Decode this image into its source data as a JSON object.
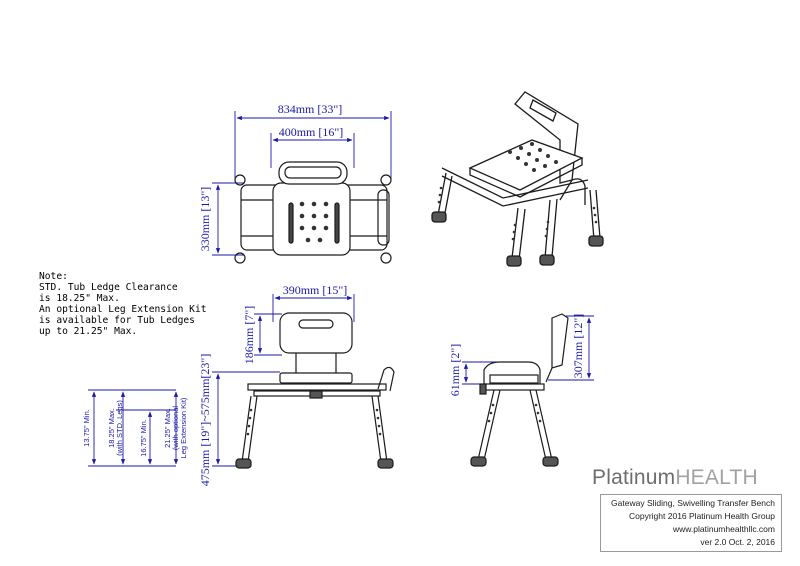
{
  "views": {
    "top": {
      "overall_width": "834mm [33\"]",
      "seat_width": "400mm [16\"]",
      "depth": "330mm [13\"]"
    },
    "front": {
      "back_width": "390mm [15\"]",
      "back_height": "186mm [7\"]",
      "seat_height": "475mm [19\"]~575mm[23\"]"
    },
    "side": {
      "armrest": "61mm [2\"]",
      "back_height": "307mm [12\"]"
    },
    "legs": {
      "min": "13.75\" Min.",
      "max_std_1": "18.25\" Max.",
      "max_std_2": "(with STD. Legs)",
      "min_ext": "16.75\" Min.",
      "max_ext_1": "21.25\" Max.",
      "max_ext_2": "(with optional",
      "max_ext_3": "Leg Extension Kit)"
    }
  },
  "note": {
    "lines": [
      "Note:",
      "STD. Tub Ledge Clearance",
      "is 18.25\" Max.",
      "An optional Leg Extension Kit",
      "is available for Tub Ledges",
      "up to 21.25\" Max."
    ]
  },
  "logo": {
    "part1": "Platinum",
    "part2": "HEALTH"
  },
  "title_block": {
    "title": "Gateway Sliding, Swivelling Transfer Bench",
    "copyright": "Copyright 2016 Platinum Health Group",
    "website": "www.platinumhealthllc.com",
    "version": "ver 2.0  Oct. 2, 2016"
  },
  "colors": {
    "dimension": "#1a1aa8",
    "outline": "#1c1c1c",
    "logo_gray": "#6d6d6d"
  }
}
